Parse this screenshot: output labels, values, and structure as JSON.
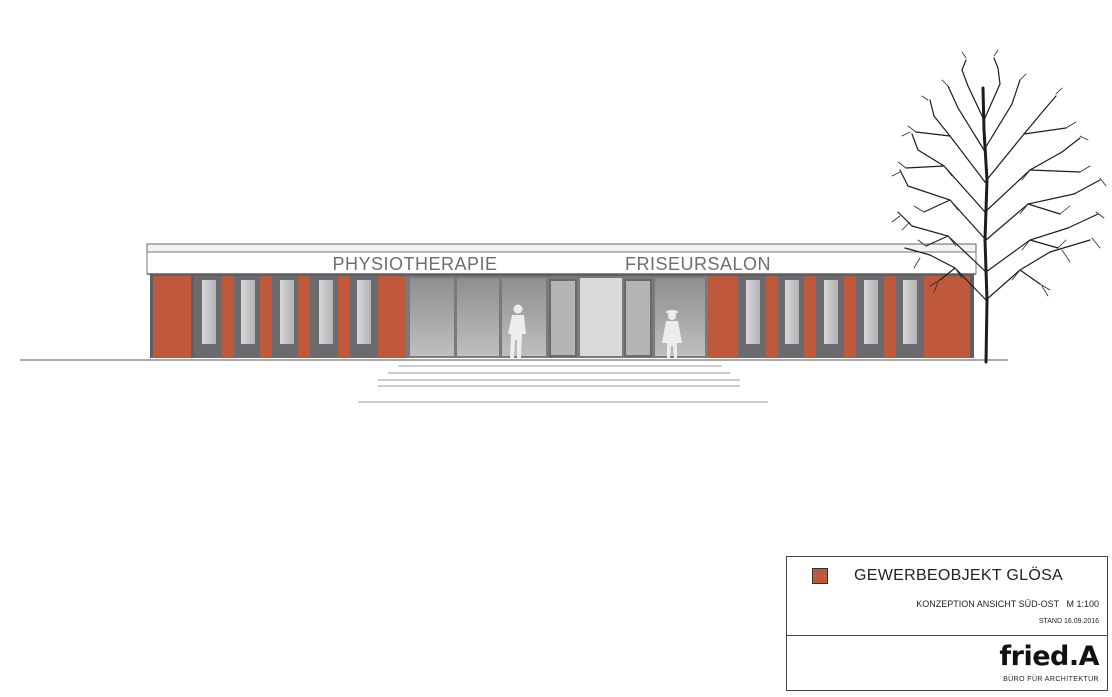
{
  "facade": {
    "sign_left": "PHYSIOTHERAPIE",
    "sign_right": "FRISEURSALON"
  },
  "colors": {
    "accent": "#c0583c",
    "frame": "#5f5f63",
    "glass": "#a6a6a8",
    "fascia": "#ffffff"
  },
  "titleblock": {
    "project": "GEWERBEOBJEKT GLÖSA",
    "subtitle": "KONZEPTION ANSICHT SÜD-OST   M 1:100",
    "date": "STAND 16.09.2016",
    "logo": "fried.A",
    "tagline": "BÜRO FÜR ARCHITEKTUR"
  }
}
